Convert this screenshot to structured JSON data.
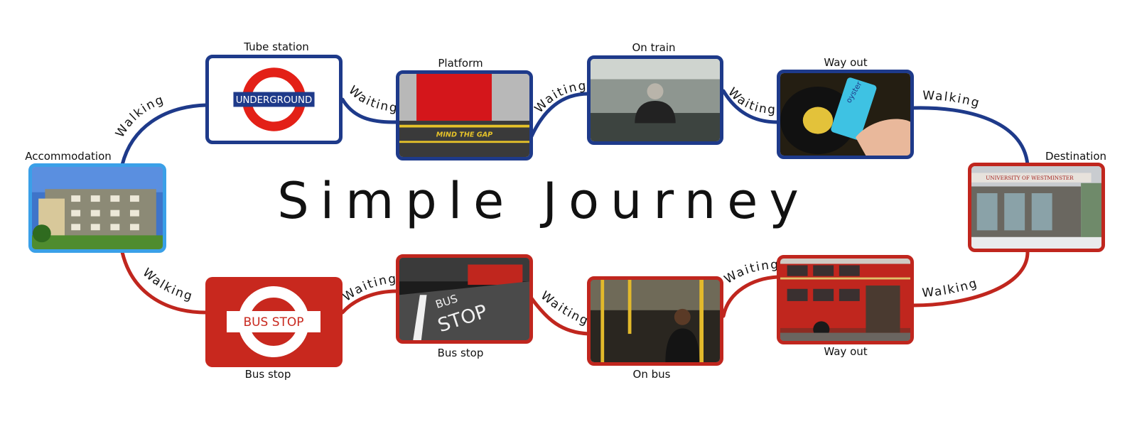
{
  "title": "Simple Journey",
  "colors": {
    "tube_line": "#1e3a8a",
    "bus_line": "#c0261e",
    "accommodation": "#3aa0e8",
    "underground_ring": "#e32017",
    "bus_roundel": "#c8281e"
  },
  "steps": {
    "accommodation": {
      "caption": "Accommodation"
    },
    "tube_station": {
      "caption": "Tube station",
      "sign": "UNDERGROUND"
    },
    "platform": {
      "caption": "Platform",
      "sign": "MIND THE GAP"
    },
    "on_train": {
      "caption": "On train"
    },
    "way_out_tube": {
      "caption": "Way out",
      "card": "oyster"
    },
    "destination": {
      "caption": "Destination",
      "sign": "UNIVERSITY OF WESTMINSTER"
    },
    "way_out_bus": {
      "caption": "Way out"
    },
    "on_bus": {
      "caption": "On bus"
    },
    "bus_stop_photo": {
      "caption": "Bus stop",
      "road_text_1": "BUS",
      "road_text_2": "STOP"
    },
    "bus_stop_sign": {
      "caption": "Bus stop",
      "sign": "BUS STOP"
    }
  },
  "connectors": {
    "acc_to_tube": "Walking",
    "tube_to_platform": "Waiting",
    "platform_to_train": "Waiting",
    "train_to_wayout": "Waiting",
    "wayout_to_dest": "Walking",
    "dest_to_wayout_bus": "Walking",
    "wayout_bus_to_onbus": "Waiting",
    "onbus_to_busstop": "Waiting",
    "busstop_to_sign": "Waiting",
    "sign_to_acc": "Walking"
  }
}
